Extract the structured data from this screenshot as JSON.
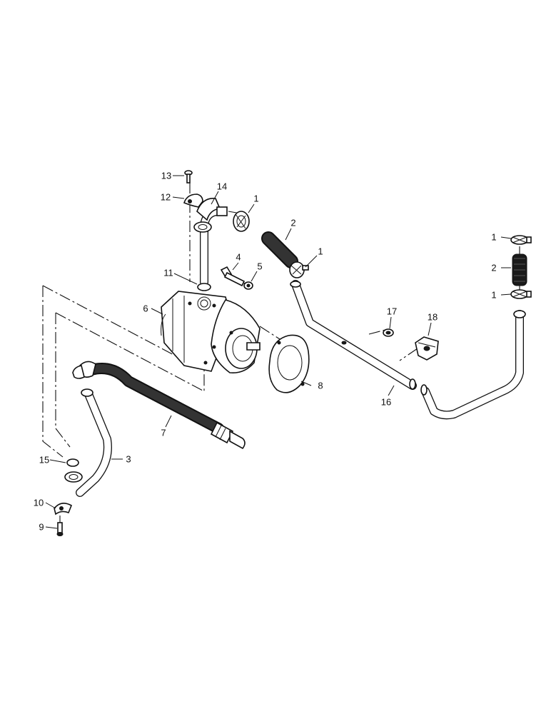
{
  "callouts": {
    "c1a": "1",
    "c1b": "1",
    "c1c": "1",
    "c1d": "1",
    "c2a": "2",
    "c2b": "2",
    "c3": "3",
    "c4": "4",
    "c5": "5",
    "c6": "6",
    "c7": "7",
    "c8": "8",
    "c9": "9",
    "c10": "10",
    "c11": "11",
    "c12": "12",
    "c13": "13",
    "c14": "14",
    "c15": "15",
    "c16": "16",
    "c17": "17",
    "c18": "18"
  }
}
